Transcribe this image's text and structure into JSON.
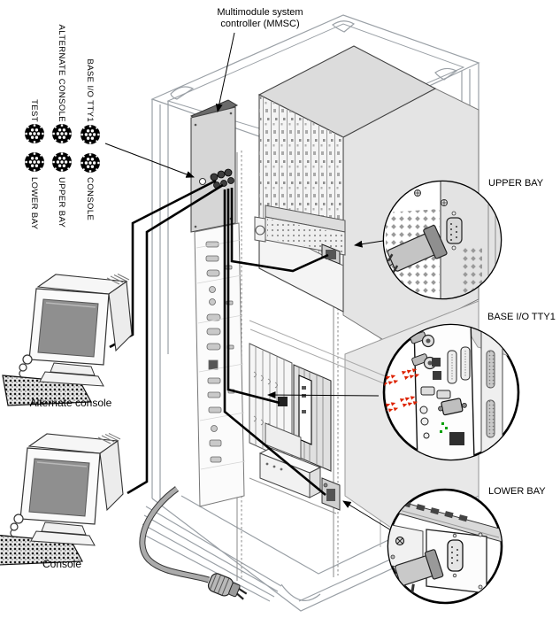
{
  "diagram": {
    "callouts": {
      "mmsc": "Multimodule system controller (MMSC)",
      "upper_bay": "UPPER BAY",
      "base_io_tty1": "BASE I/O TTY1",
      "lower_bay": "LOWER BAY"
    },
    "consoles": {
      "alternate": "Alternate console",
      "main": "Console"
    },
    "mmsc_ports": {
      "top_row": [
        "TEST",
        "ALTERNATE CONSOLE",
        "BASE I/O TTY1"
      ],
      "bottom_row": [
        "LOWER BAY",
        "UPPER BAY",
        "CONSOLE"
      ]
    },
    "colors": {
      "outline_gray": "#999999",
      "cable_black": "#000000",
      "panel_gray": "#d8d8d8",
      "red_markers": "#dd2200",
      "green_leds": "#00a000"
    }
  }
}
